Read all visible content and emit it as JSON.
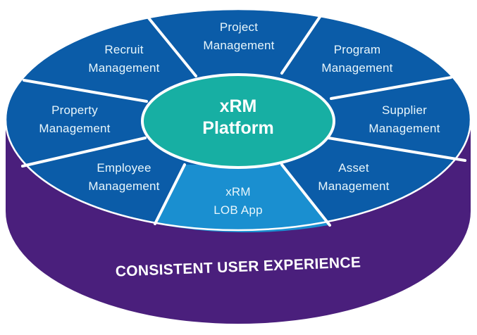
{
  "diagram": {
    "title": "xRM Platform",
    "center": {
      "line1": "xRM",
      "line2": "Platform"
    },
    "segments": [
      {
        "id": "project",
        "line1": "Project",
        "line2": "Management"
      },
      {
        "id": "program",
        "line1": "Program",
        "line2": "Management"
      },
      {
        "id": "supplier",
        "line1": "Supplier",
        "line2": "Management"
      },
      {
        "id": "asset",
        "line1": "Asset",
        "line2": "Management"
      },
      {
        "id": "lob-app",
        "line1": "xRM",
        "line2": "LOB App"
      },
      {
        "id": "employee",
        "line1": "Employee",
        "line2": "Management"
      },
      {
        "id": "property",
        "line1": "Property",
        "line2": "Management"
      },
      {
        "id": "recruit",
        "line1": "Recruit",
        "line2": "Management"
      }
    ],
    "base_label": "CONSISTENT USER EXPERIENCE",
    "colors": {
      "segment": "#0b5ca8",
      "segment_highlight": "#1a8fd0",
      "center": "#17afa3",
      "base": "#4a1f7c",
      "divider": "#ffffff"
    }
  }
}
